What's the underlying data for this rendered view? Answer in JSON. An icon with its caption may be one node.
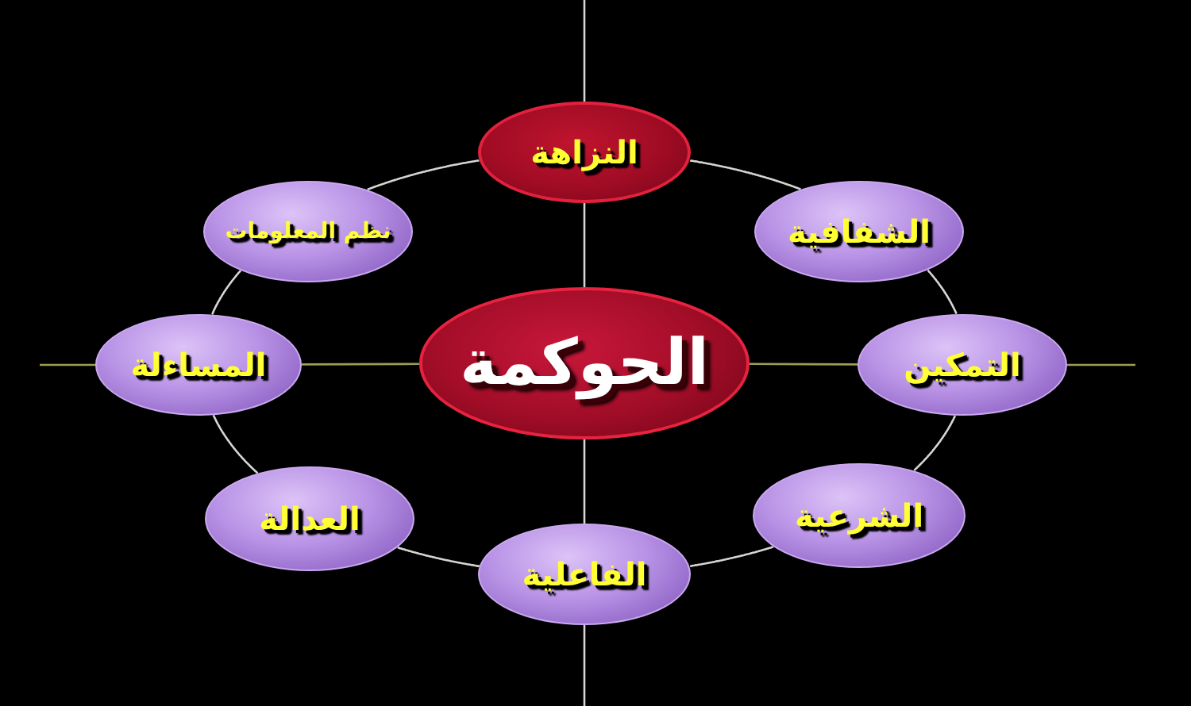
{
  "diagram": {
    "nodes": [
      {
        "text": [
          "النزاهة"
        ]
      },
      {
        "text": [
          "نظم المعلومات"
        ]
      },
      {
        "text": [
          "الشفافية"
        ]
      },
      {
        "text": [
          "المساءلة"
        ]
      },
      {
        "text": [
          "الحوكمة"
        ]
      },
      {
        "text": [
          "التمكين"
        ]
      },
      {
        "text": [
          "العدالة"
        ]
      },
      {
        "text": [
          "الفاعلية"
        ]
      },
      {
        "text": [
          "الشرعية"
        ]
      }
    ],
    "edges": [
      {
        "from": 0,
        "to": 2,
        "arrow": "none"
      },
      {
        "from": 2,
        "to": 5,
        "arrow": "none"
      },
      {
        "from": 5,
        "to": 8,
        "arrow": "none"
      },
      {
        "from": 8,
        "to": 7,
        "arrow": "none"
      },
      {
        "from": 7,
        "to": 6,
        "arrow": "none"
      },
      {
        "from": 6,
        "to": 3,
        "arrow": "none"
      },
      {
        "from": 3,
        "to": 1,
        "arrow": "none"
      },
      {
        "from": 1,
        "to": 0,
        "arrow": "none"
      },
      {
        "from": 4,
        "to": 0,
        "arrow": "none"
      },
      {
        "from": 4,
        "to": 7,
        "arrow": "none"
      },
      {
        "from": 4,
        "to": 3,
        "arrow": "none",
        "color": "#9c9c55"
      },
      {
        "from": 4,
        "to": 5,
        "arrow": "none",
        "color": "#9c9c55"
      },
      {
        "from": 0,
        "to": null,
        "arrow": "none"
      },
      {
        "from": 7,
        "to": null,
        "arrow": "none"
      },
      {
        "from": 3,
        "to": null,
        "arrow": "none",
        "color": "#9c9c55"
      },
      {
        "from": 5,
        "to": null,
        "arrow": "none",
        "color": "#9c9c55"
      }
    ]
  }
}
